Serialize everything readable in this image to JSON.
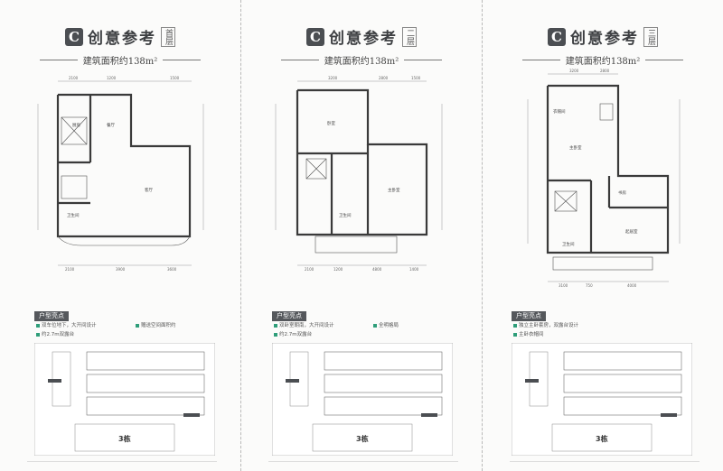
{
  "sheets": [
    {
      "title": "创意参考",
      "badge": "C",
      "floor": "首层",
      "area": "建筑面积约138m²",
      "dims_top": [
        "2100",
        "1200",
        "1500"
      ],
      "dims_bottom": [
        "2100",
        "3900",
        "3600"
      ],
      "rooms": [
        "厨房",
        "餐厅",
        "客厅",
        "卫生间"
      ],
      "section_tag": "户型亮点",
      "bullets": [
        "双车位地下，大开间设计",
        "约2.7m双露台",
        "赠送空间面积约"
      ],
      "building_label": "3栋"
    },
    {
      "title": "创意参考",
      "badge": "C",
      "floor": "二层",
      "area": "建筑面积约138m²",
      "dims_top": [
        "3200",
        "2800",
        "1500"
      ],
      "dims_bottom": [
        "2100",
        "1200",
        "4800",
        "1400"
      ],
      "rooms": [
        "卧室",
        "主卧室",
        "卫生间"
      ],
      "section_tag": "户型亮点",
      "bullets": [
        "双卧室朝南，大开间设计",
        "约2.7m双露台",
        "全明格局"
      ],
      "building_label": "3栋"
    },
    {
      "title": "创意参考",
      "badge": "C",
      "floor": "三层",
      "area": "建筑面积约138m²",
      "dims_top": [
        "3200",
        "2800"
      ],
      "dims_bottom": [
        "3100",
        "750",
        "4000"
      ],
      "rooms": [
        "主卧室",
        "起居室",
        "书房",
        "衣帽间",
        "卫生间"
      ],
      "section_tag": "户型亮点",
      "bullets": [
        "独立主卧套房，双露台设计",
        "主卧衣帽间"
      ],
      "building_label": "3栋"
    }
  ],
  "colors": {
    "badge": "#4b4e52",
    "wall": "#3a3a3a",
    "accent_green": "#2f9e7a",
    "tag_bg": "#55585c"
  }
}
